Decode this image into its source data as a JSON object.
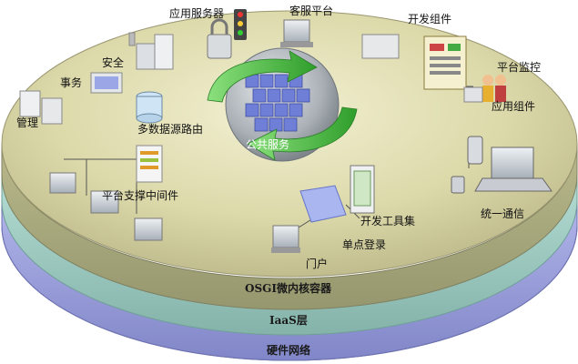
{
  "layers": {
    "osgi": "OSGI微内核容器",
    "iaas": "IaaS层",
    "hardware": "硬件网络"
  },
  "labels": {
    "app_server": "应用服务器",
    "customer_service": "客服平台",
    "dev_components": "开发组件",
    "platform_monitor": "平台监控",
    "app_components": "应用组件",
    "security": "安全",
    "transaction": "事务",
    "management": "管理",
    "multi_datasource_routing": "多数据源路由",
    "public_service": "公共服务",
    "platform_middleware": "平台支撑中间件",
    "dev_toolset": "开发工具集",
    "sso": "单点登录",
    "portal": "门户",
    "unified_comm": "统一通信"
  },
  "colors": {
    "top_disc": "#d6d3a0",
    "osgi_band": "#a9ac84",
    "iaas_band": "#9ec8c0",
    "hardware_band": "#9aa0d8",
    "arrow": "#3fb83a",
    "cube": "#6f7fd8"
  }
}
